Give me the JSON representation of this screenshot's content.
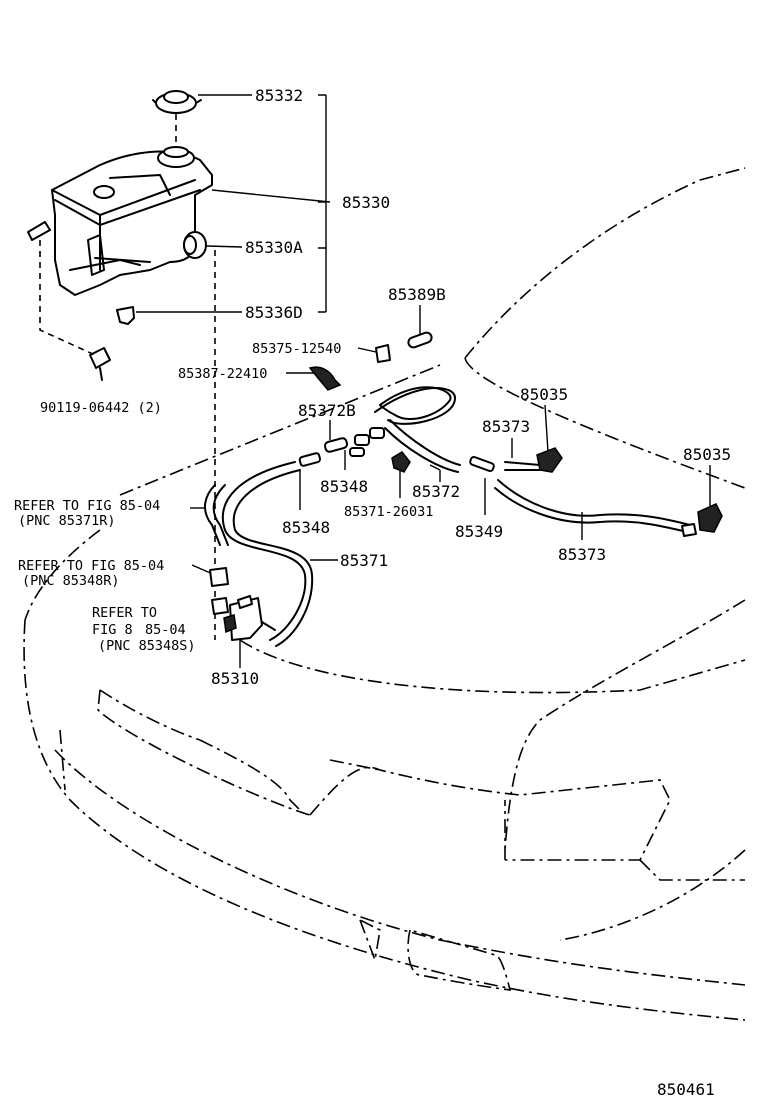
{
  "labels": {
    "p85332": "85332",
    "p85330": "85330",
    "p85330A": "85330A",
    "p85336D": "85336D",
    "p90119": "90119-06442 (2)",
    "p85389B": "85389B",
    "p85375": "85375-12540",
    "p85387": "85387-22410",
    "p85372B": "85372B",
    "p85035a": "85035",
    "p85035b": "85035",
    "p85373a": "85373",
    "p85373b": "85373",
    "p85348a": "85348",
    "p85348b": "85348",
    "p85372": "85372",
    "p85371_26031": "85371-26031",
    "p85349": "85349",
    "p85371": "85371",
    "p85310": "85310"
  },
  "refs": {
    "r1_line1": "REFER TO FIG 85-04",
    "r1_line2": "(PNC 85371R)",
    "r2_line1": "REFER TO FIG 85-04",
    "r2_line2": "(PNC 85348R)",
    "r3_line1": "REFER TO",
    "r3_line2": "FIG 8",
    "r3_line2b": "85-04",
    "r3_line3": "(PNC 85348S)"
  },
  "figure_number": "850461"
}
